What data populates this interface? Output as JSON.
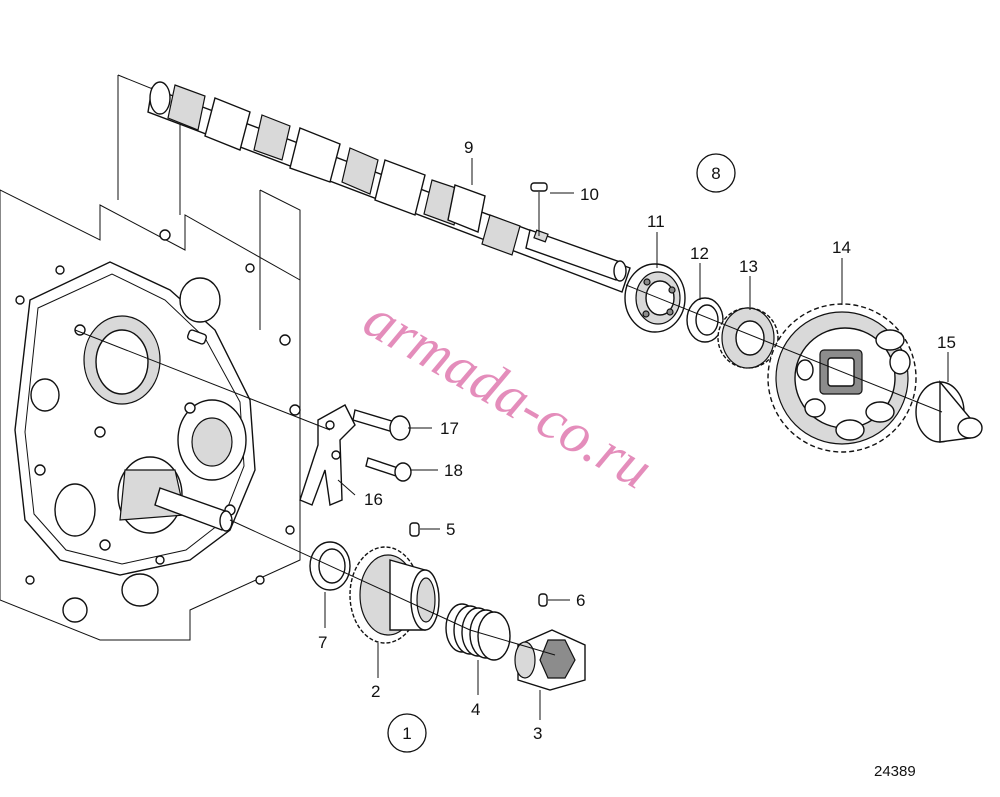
{
  "labels": {
    "l1": "1",
    "l2": "2",
    "l3": "3",
    "l4": "4",
    "l5": "5",
    "l6": "6",
    "l7": "7",
    "l8": "8",
    "l9": "9",
    "l10": "10",
    "l11": "11",
    "l12": "12",
    "l13": "13",
    "l14": "14",
    "l15": "15",
    "l16": "16",
    "l17": "17",
    "l18": "18"
  },
  "watermark": "armada-co.ru",
  "figure_number": "24389"
}
